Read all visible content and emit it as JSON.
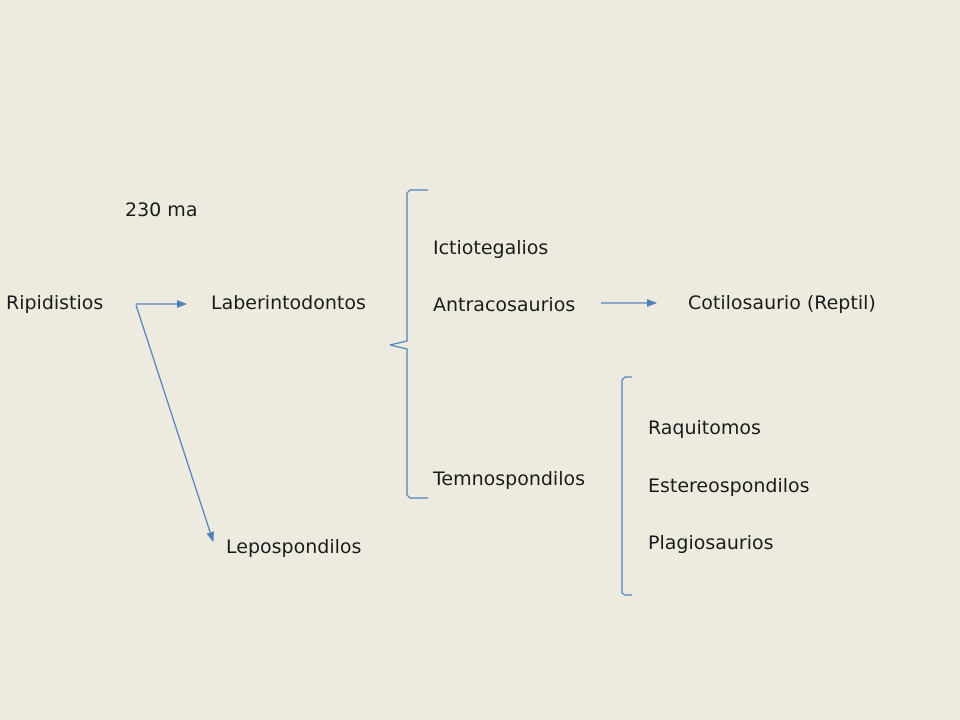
{
  "diagram": {
    "time_label": "230 ma",
    "nodes": {
      "ripidistios": "Ripidistios",
      "laberintodontos": "Laberintodontos",
      "lepospondilos": "Lepospondilos",
      "ictiotegalios": "Ictiotegalios",
      "antracosaurios": "Antracosaurios",
      "temnospondilos": "Temnospondilos",
      "cotilosaurio": "Cotilosaurio (Reptil)",
      "raquitomos": "Raquitomos",
      "estereospondilos": "Estereospondilos",
      "plagiosaurios": "Plagiosaurios"
    },
    "colors": {
      "connector": "#4F81BD",
      "background": "#EDEBE0",
      "text": "#1a1a1a"
    }
  }
}
